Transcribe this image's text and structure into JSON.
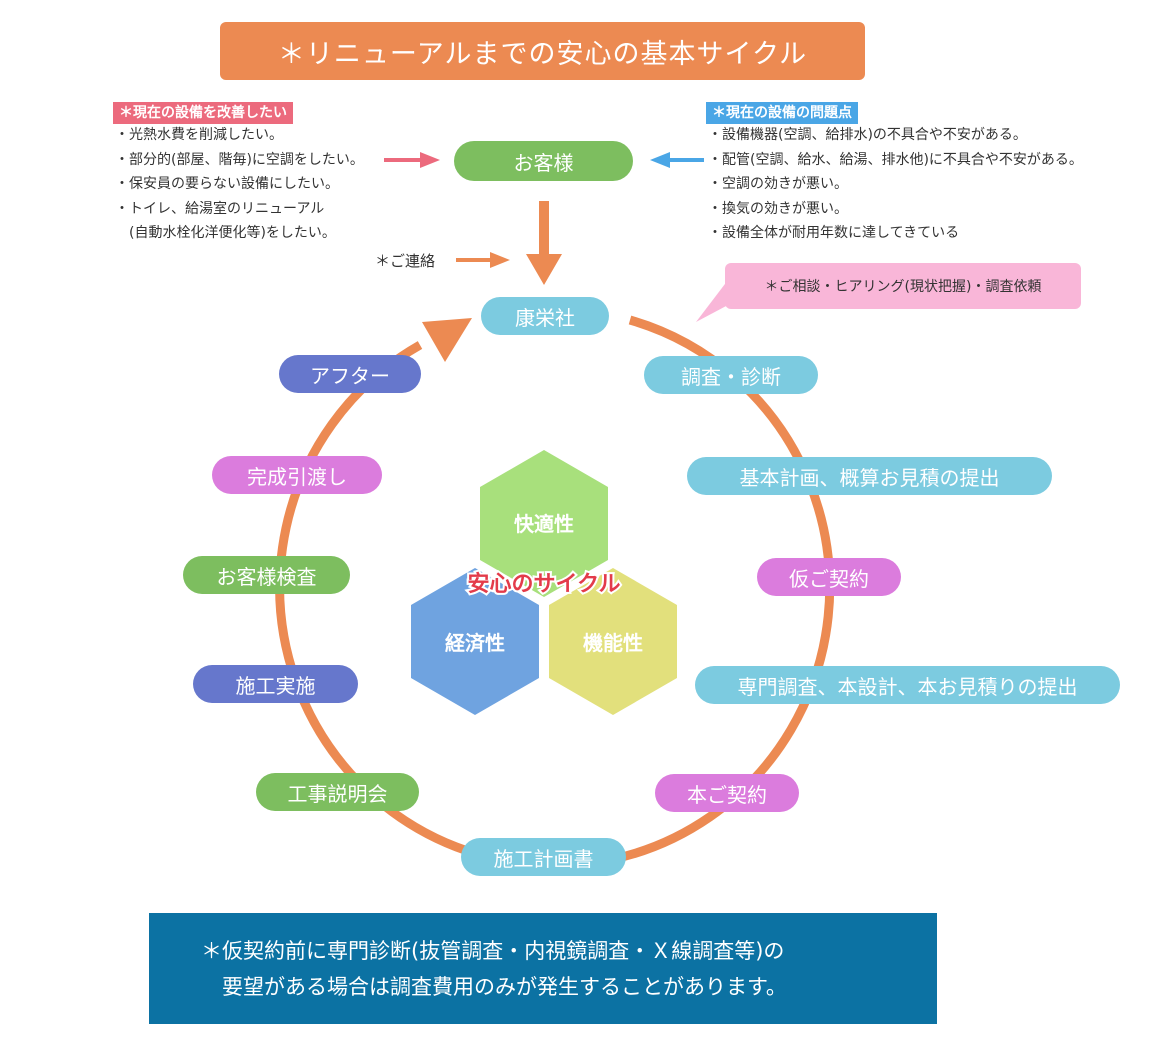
{
  "title": "＊リニューアルまでの安心の基本サイクル",
  "left_panel": {
    "tag": "＊現在の設備を改善したい",
    "items": [
      "・光熱水費を削減したい。",
      "・部分的(部屋、階毎)に空調をしたい。",
      "・保安員の要らない設備にしたい。",
      "・トイレ、給湯室のリニューアル",
      "　(自動水栓化洋便化等)をしたい。"
    ]
  },
  "right_panel": {
    "tag": "＊現在の設備の問題点",
    "items": [
      "・設備機器(空調、給排水)の不具合や不安がある。",
      "・配管(空調、給水、給湯、排水他)に不具合や不安がある。",
      "・空調の効きが悪い。",
      "・換気の効きが悪い。",
      "・設備全体が耐用年数に達してきている"
    ]
  },
  "customer": "お客様",
  "contact": "＊ご連絡",
  "company": "康栄社",
  "consult_bubble": "＊ご相談・ヒアリング(現状把握)・調査依頼",
  "cycle": {
    "right": [
      "調査・診断",
      "基本計画、概算お見積の提出",
      "仮ご契約",
      "専門調査、本設計、本お見積りの提出",
      "本ご契約"
    ],
    "bottom": "施工計画書",
    "left": [
      "工事説明会",
      "施工実施",
      "お客様検査",
      "完成引渡し",
      "アフター"
    ]
  },
  "center": {
    "label": "安心のサイクル",
    "hexes": [
      "快適性",
      "経済性",
      "機能性"
    ]
  },
  "note": {
    "line1": "＊仮契約前に専門診断(抜管調査・内視鏡調査・Ｘ線調査等)の",
    "line2": "要望がある場合は調査費用のみが発生することがあります。"
  },
  "colors": {
    "orange": "#ec8a52",
    "green": "#7dbe5f",
    "light_blue": "#7ccbe0",
    "purple": "#db7cdd",
    "indigo": "#6677cc",
    "pink_tag": "#ec6a7d",
    "blue_tag": "#4aa6e6",
    "hex_green": "#a8e07c",
    "hex_blue": "#6fa3e0",
    "hex_yellow": "#e2e07c",
    "note_bg": "#0c72a3"
  }
}
